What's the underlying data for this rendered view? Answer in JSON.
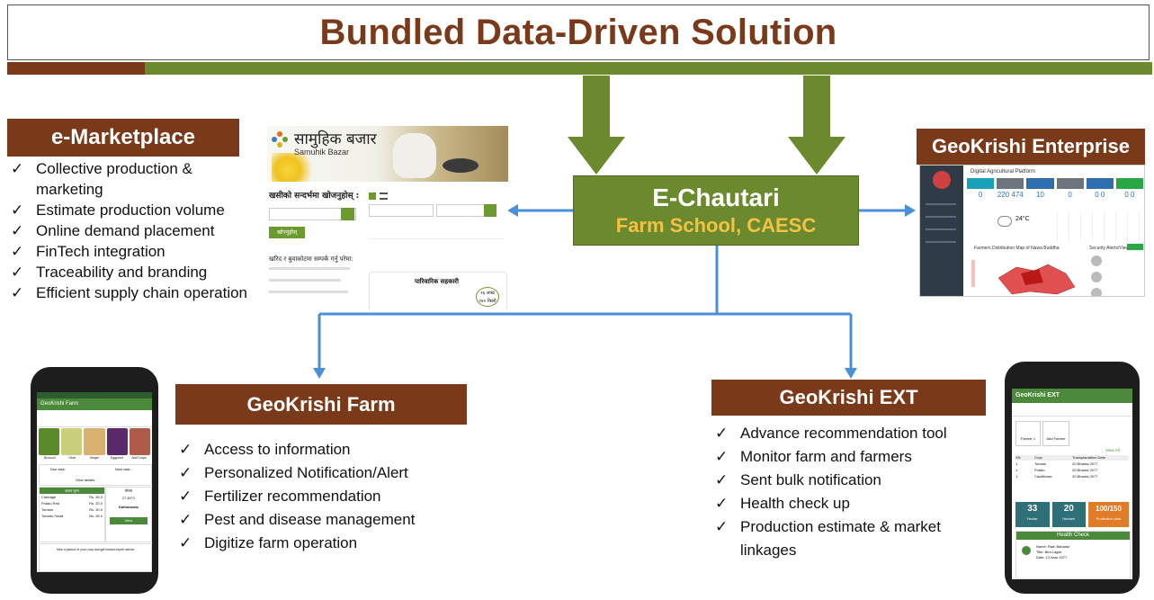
{
  "title": "Bundled Data-Driven Solution",
  "center": {
    "title": "E-Chautari",
    "subtitle": "Farm School, CAESC"
  },
  "marketplace": {
    "header": "e-Marketplace",
    "items": [
      "Collective production &",
      "marketing",
      "Estimate production volume",
      "Online demand placement",
      "FinTech integration",
      "Traceability and branding",
      "Efficient supply chain operation"
    ]
  },
  "enterprise": {
    "header": "GeoKrishi Enterprise"
  },
  "farm": {
    "header": "GeoKrishi Farm",
    "items": [
      "Access to information",
      "Personalized Notification/Alert",
      "Fertilizer recommendation",
      "Pest and disease management",
      "Digitize farm operation"
    ]
  },
  "ext": {
    "header": "GeoKrishi EXT",
    "items": [
      "Advance recommendation tool",
      "Monitor farm and farmers",
      "Sent bulk notification",
      "Health check up",
      "Production estimate & market",
      "linkages"
    ]
  },
  "samuhik": {
    "logo_np": "सामुहिक बजार",
    "logo_en": "Samuhik Bazar",
    "search_label": "खसीको सन्दर्भमा खोजनुहोस् :",
    "search_btn": "खोज्नुहोस्",
    "contact_text": "खरिद र बुवाकोटमा सम्पर्क गर्नु परेमा:",
    "card_title": "पारिवारिक सहकारी",
    "card_badge1": "१६ लाख",
    "card_badge2": "२४० किलो"
  },
  "enterprise_shot": {
    "platform": "Digital Agricultural Platform",
    "stats": [
      "0",
      "220 474",
      "10",
      "0",
      "0 0",
      "0 0"
    ],
    "weather": "24°C",
    "map_title": "Farmers Distribution Map of Nawa Buddha",
    "panel_title": "Security Alerts/Views"
  },
  "farm_phone": {
    "app_title": "GeoKrishi Farm",
    "crops": [
      "Broccoli",
      "Okra",
      "Ginger",
      "Eggplant",
      "Add Crops"
    ],
    "task_label": "Due task:",
    "next_task": "Next task :",
    "view_details": "View details",
    "price_header": "बजार मूल्य",
    "weather_header": "मौसम",
    "prices": [
      [
        "Cabbage",
        "Rs. 35.0"
      ],
      [
        "Potato Red",
        "Rs. 20.0"
      ],
      [
        "Tomato",
        "Rs. 30.0"
      ],
      [
        "Tomato Small",
        "Rs. 25.0"
      ]
    ],
    "temp": "27.46°C",
    "city": "Kathmandu",
    "view_btn": "View",
    "advisory": "Take a picture of your crop and get instant expert advice"
  },
  "ext_phone": {
    "app_title": "GeoKrishi EXT",
    "farmer1": "Farmer 1",
    "add_farmer": "Add Farmer",
    "view_all": "View All",
    "table_head": [
      "SN",
      "Crop",
      "Transplantation Date"
    ],
    "rows": [
      [
        "1.",
        "Tomato",
        "20 Bhadra 2077"
      ],
      [
        "1.",
        "Potato",
        "20 Bhadra 2077"
      ],
      [
        "1.",
        "Cauliflower",
        "20 Bhadra 2077"
      ]
    ],
    "cards": [
      [
        "33",
        "Hectar"
      ],
      [
        "20",
        "Hectare"
      ],
      [
        "100/150",
        "Production plan"
      ]
    ],
    "health_title": "Health Check",
    "health_lines": [
      "Name: Ram Bahadur",
      "Title: Bira Lagar",
      "Date: 13 Asar 2077"
    ]
  },
  "colors": {
    "brown": "#7a3a1a",
    "green": "#6b8a2e",
    "gold": "#f3c244",
    "blue": "#4a90d9"
  }
}
